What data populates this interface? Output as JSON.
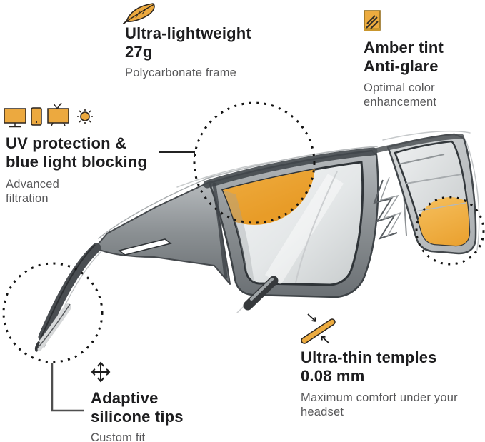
{
  "colors": {
    "accent_amber": "#ECA93F",
    "amber_dark": "#E08E1B",
    "headline_ink": "#1D1D1F",
    "muted_text": "#58585A",
    "sketch_gray": "#5A5F63"
  },
  "icons": {
    "feather": "feather-icon",
    "amber_swatch": "amber-swatch-icon",
    "monitor": "monitor-icon",
    "phone": "phone-icon",
    "tv": "tv-icon",
    "sun": "sun-icon",
    "move_arrows": "move-arrows-icon",
    "thin_temple": "thin-temple-icon"
  },
  "callouts": {
    "lightweight": {
      "title1": "Ultra-lightweight",
      "title2": "27g",
      "sub1": "Polycarbonate frame"
    },
    "amber": {
      "title1": "Amber tint",
      "title2": "Anti-glare",
      "sub1": "Optimal color",
      "sub2": "enhancement"
    },
    "uv": {
      "title1": "UV protection &",
      "title2": "blue light blocking",
      "sub1": "Advanced",
      "sub2": "filtration"
    },
    "tips": {
      "title1": "Adaptive",
      "title2": "silicone tips",
      "sub1": "Custom fit"
    },
    "temples": {
      "title1": "Ultra-thin temples",
      "title2": "0.08 mm",
      "sub1": "Maximum comfort under your",
      "sub2": "headset"
    }
  }
}
